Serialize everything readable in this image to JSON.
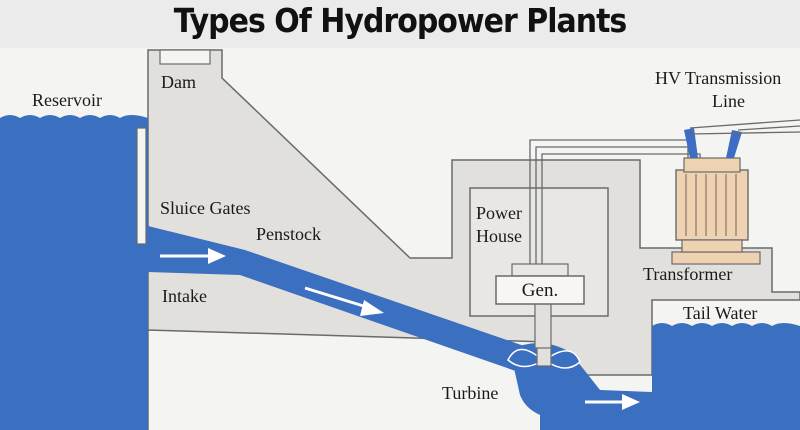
{
  "title": "Types Of Hydropower Plants",
  "labels": {
    "reservoir": "Reservoir",
    "dam": "Dam",
    "sluice_gates": "Sluice Gates",
    "penstock": "Penstock",
    "intake": "Intake",
    "power": "Power",
    "house": "House",
    "generator": "Gen.",
    "hv_line1": "HV Transmission",
    "hv_line2": "Line",
    "transformer": "Transformer",
    "tail_water": "Tail Water",
    "turbine": "Turbine"
  },
  "colors": {
    "water": "#3b6fbf",
    "structure": "#e2e0dc",
    "outline": "#6a6a6a",
    "transformer": "#efd2b2",
    "insulator": "#3d6ec3",
    "arrow": "#ffffff"
  }
}
